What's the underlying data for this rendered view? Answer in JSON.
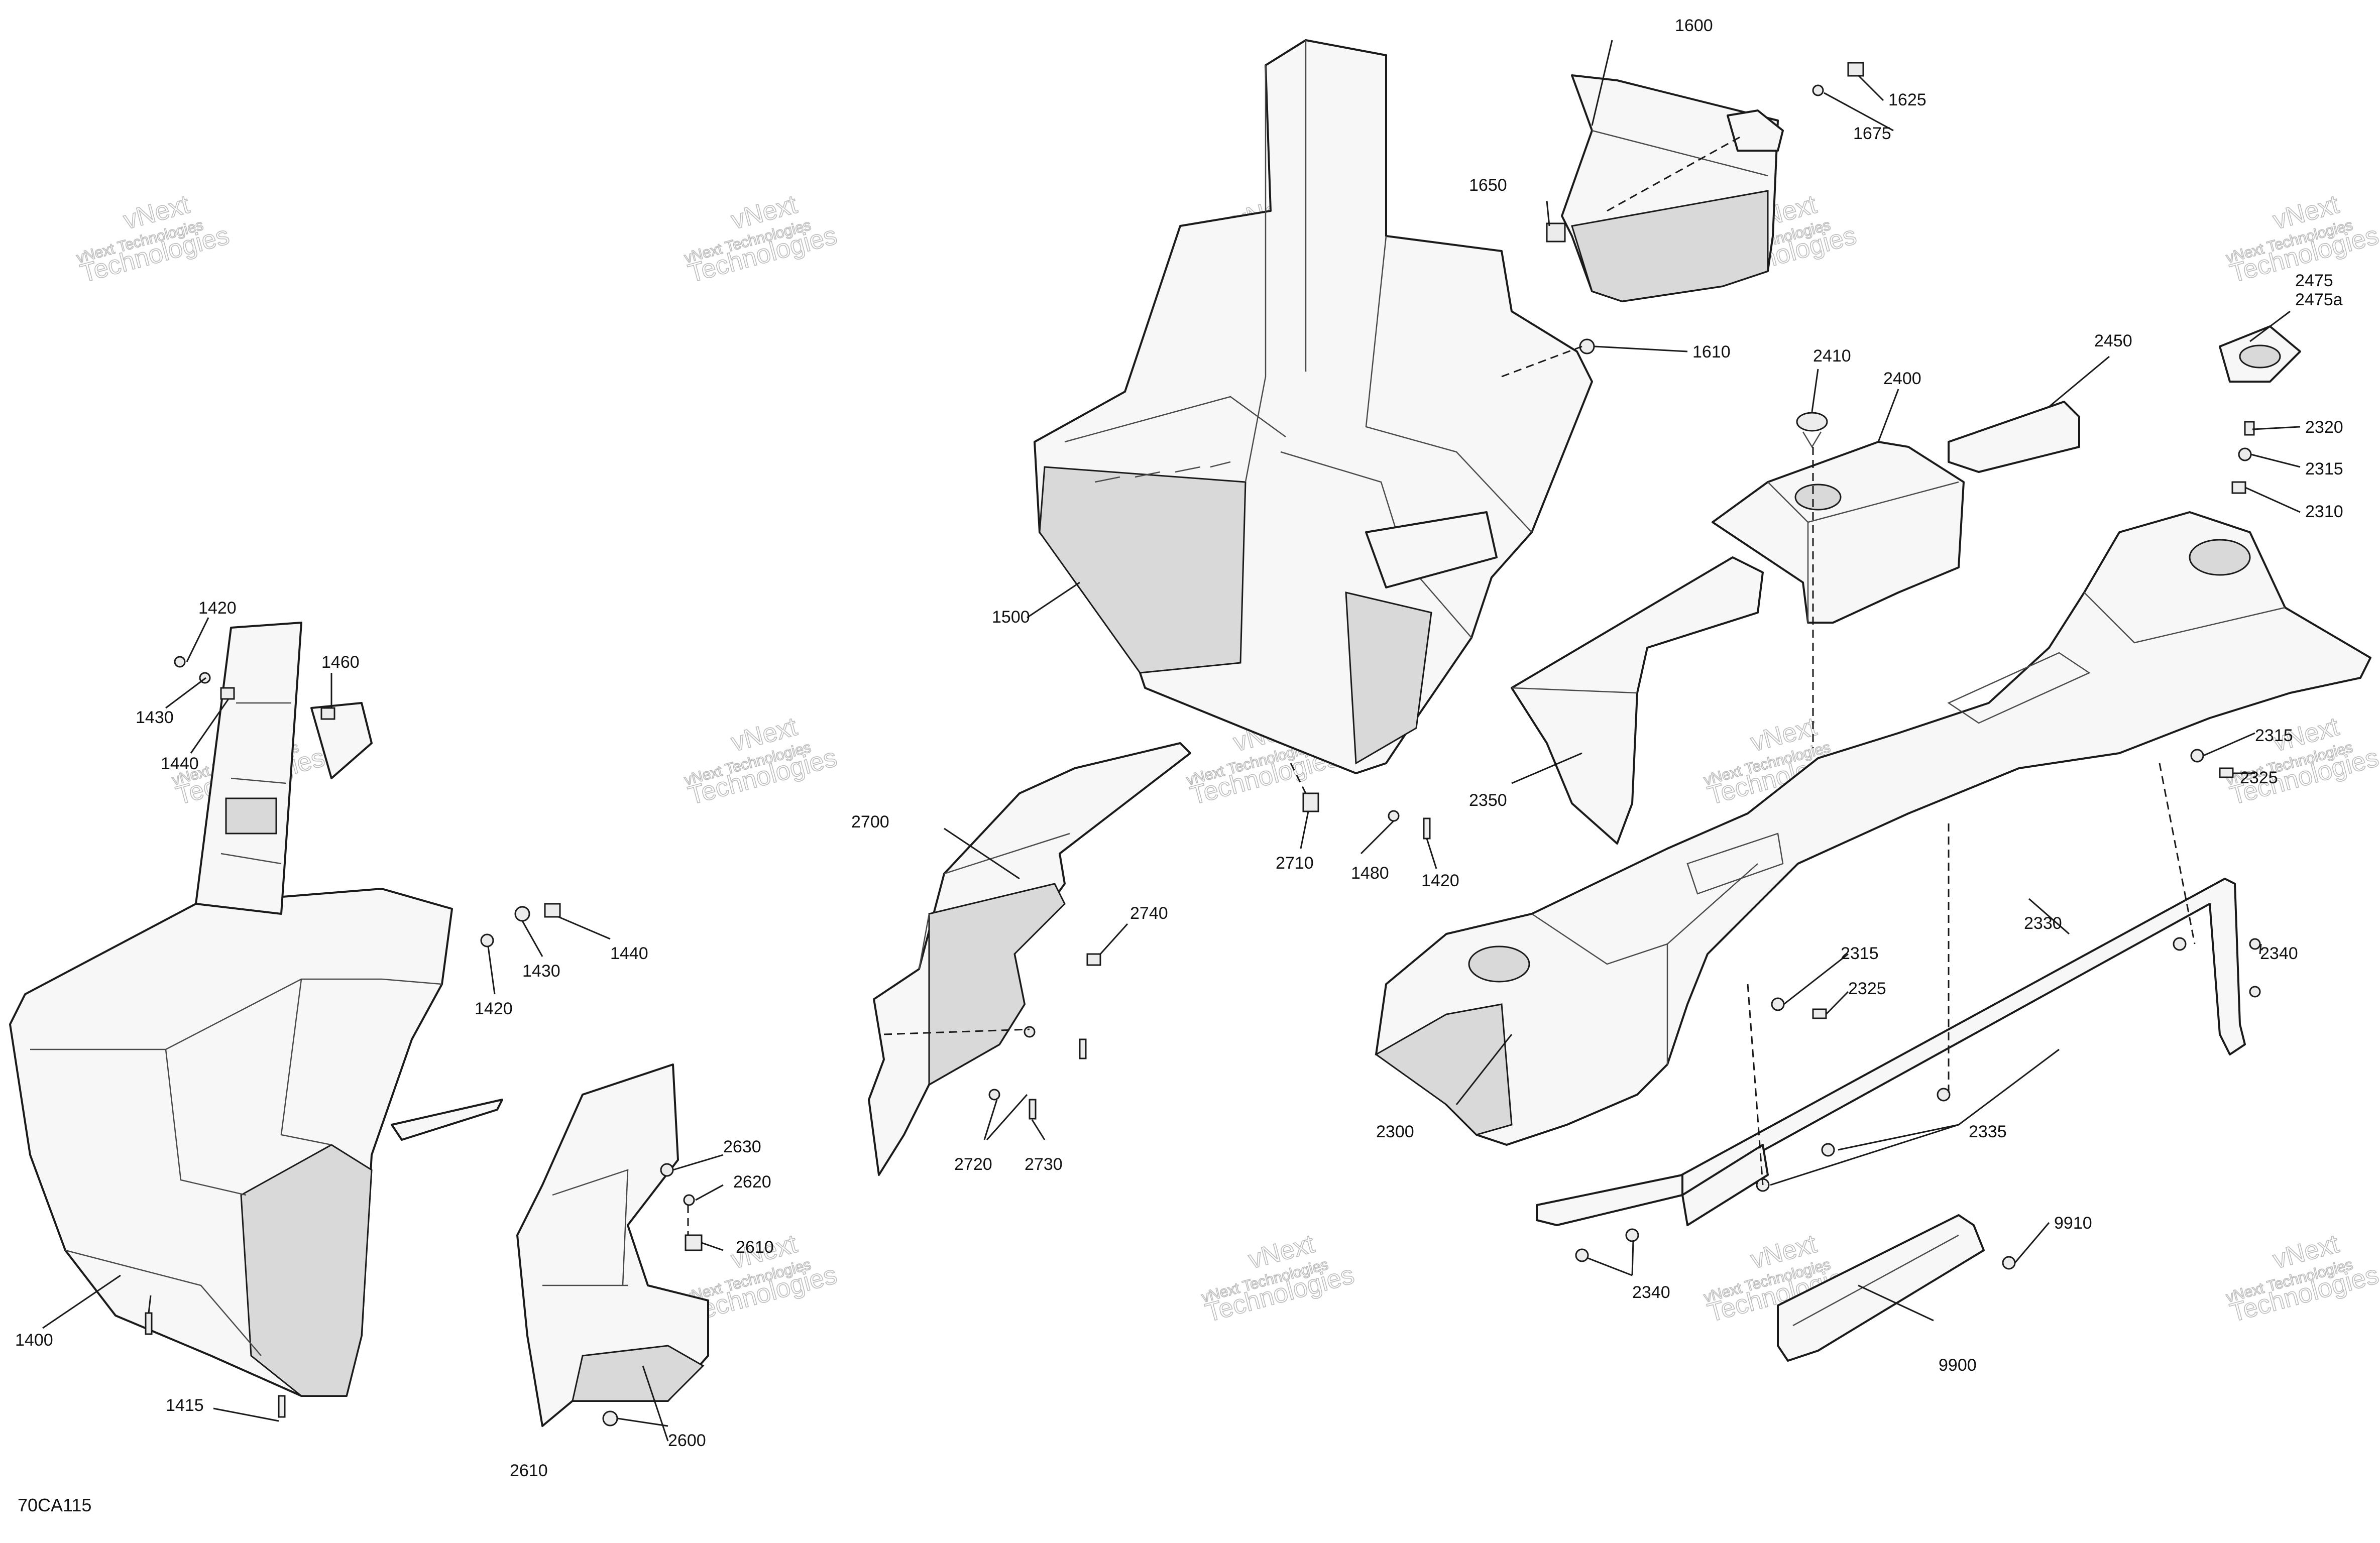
{
  "figure_ref": "70CA115",
  "watermark": {
    "line1": "vNext Technologies",
    "line2": "vNext",
    "line3": "Technologies"
  },
  "callouts": [
    {
      "id": "1400",
      "text": "1400"
    },
    {
      "id": "1415",
      "text": "1415"
    },
    {
      "id": "1420a",
      "text": "1420"
    },
    {
      "id": "1420b",
      "text": "1420"
    },
    {
      "id": "1420c",
      "text": "1420"
    },
    {
      "id": "1430a",
      "text": "1430"
    },
    {
      "id": "1430b",
      "text": "1430"
    },
    {
      "id": "1440a",
      "text": "1440"
    },
    {
      "id": "1440b",
      "text": "1440"
    },
    {
      "id": "1460",
      "text": "1460"
    },
    {
      "id": "1480",
      "text": "1480"
    },
    {
      "id": "1500",
      "text": "1500"
    },
    {
      "id": "1600",
      "text": "1600"
    },
    {
      "id": "1610",
      "text": "1610"
    },
    {
      "id": "1625",
      "text": "1625"
    },
    {
      "id": "1650",
      "text": "1650"
    },
    {
      "id": "1675",
      "text": "1675"
    },
    {
      "id": "2300",
      "text": "2300"
    },
    {
      "id": "2310",
      "text": "2310"
    },
    {
      "id": "2315a",
      "text": "2315"
    },
    {
      "id": "2315b",
      "text": "2315"
    },
    {
      "id": "2315c",
      "text": "2315"
    },
    {
      "id": "2320",
      "text": "2320"
    },
    {
      "id": "2325a",
      "text": "2325"
    },
    {
      "id": "2325b",
      "text": "2325"
    },
    {
      "id": "2330",
      "text": "2330"
    },
    {
      "id": "2335",
      "text": "2335"
    },
    {
      "id": "2340a",
      "text": "2340"
    },
    {
      "id": "2340b",
      "text": "2340"
    },
    {
      "id": "2350",
      "text": "2350"
    },
    {
      "id": "2400",
      "text": "2400"
    },
    {
      "id": "2410",
      "text": "2410"
    },
    {
      "id": "2450",
      "text": "2450"
    },
    {
      "id": "2475",
      "text": "2475"
    },
    {
      "id": "2475a",
      "text": "2475a"
    },
    {
      "id": "2600",
      "text": "2600"
    },
    {
      "id": "2610a",
      "text": "2610"
    },
    {
      "id": "2610b",
      "text": "2610"
    },
    {
      "id": "2620",
      "text": "2620"
    },
    {
      "id": "2630",
      "text": "2630"
    },
    {
      "id": "2700",
      "text": "2700"
    },
    {
      "id": "2710",
      "text": "2710"
    },
    {
      "id": "2720",
      "text": "2720"
    },
    {
      "id": "2730",
      "text": "2730"
    },
    {
      "id": "2740",
      "text": "2740"
    },
    {
      "id": "9900",
      "text": "9900"
    },
    {
      "id": "9910",
      "text": "9910"
    }
  ]
}
